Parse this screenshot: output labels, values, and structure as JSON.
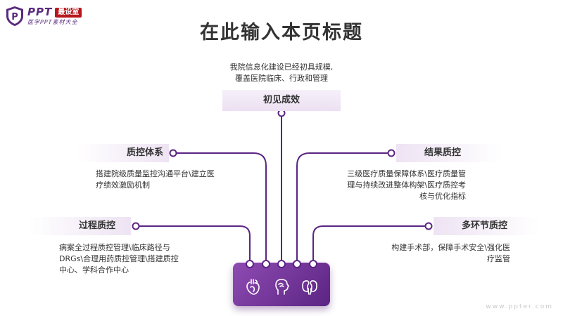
{
  "logo": {
    "brand": "PPT",
    "badge": "最设室",
    "tagline": "医学PPT素材大全"
  },
  "title": "在此输入本页标题",
  "center": {
    "label": "初见成效",
    "description_lines": [
      "我院信息化建设已经初具规模,",
      "覆盖医院临床、行政和管理"
    ]
  },
  "nodes": [
    {
      "label": "质控体系",
      "side": "left",
      "description_lines": [
        "搭建院级质量监控沟通平台\\建立医",
        "疗绩效激励机制"
      ]
    },
    {
      "label": "过程质控",
      "side": "left",
      "description_lines": [
        "病案全过程质控管理\\临床路径与",
        "DRGs\\合理用药质控管理\\搭建质控",
        "中心、学科合作中心"
      ]
    },
    {
      "label": "结果质控",
      "side": "right",
      "description_lines": [
        "三级医疗质量保障体系\\医疗质量管",
        "理与持续改进整体构架\\医疗质控考",
        "核与优化指标"
      ]
    },
    {
      "label": "多环节质控",
      "side": "right",
      "description_lines": [
        "构建手术部，保障手术安全\\强化医",
        "疗监管"
      ]
    }
  ],
  "device_icons": [
    "heart-icon",
    "head-profile-icon",
    "kidneys-icon"
  ],
  "colors": {
    "accent": "#5b2483",
    "accent_light": "#8e4bb2",
    "label_bg": "#eee3f3",
    "badge": "#b8161c"
  },
  "watermark": "www.ppter.com"
}
